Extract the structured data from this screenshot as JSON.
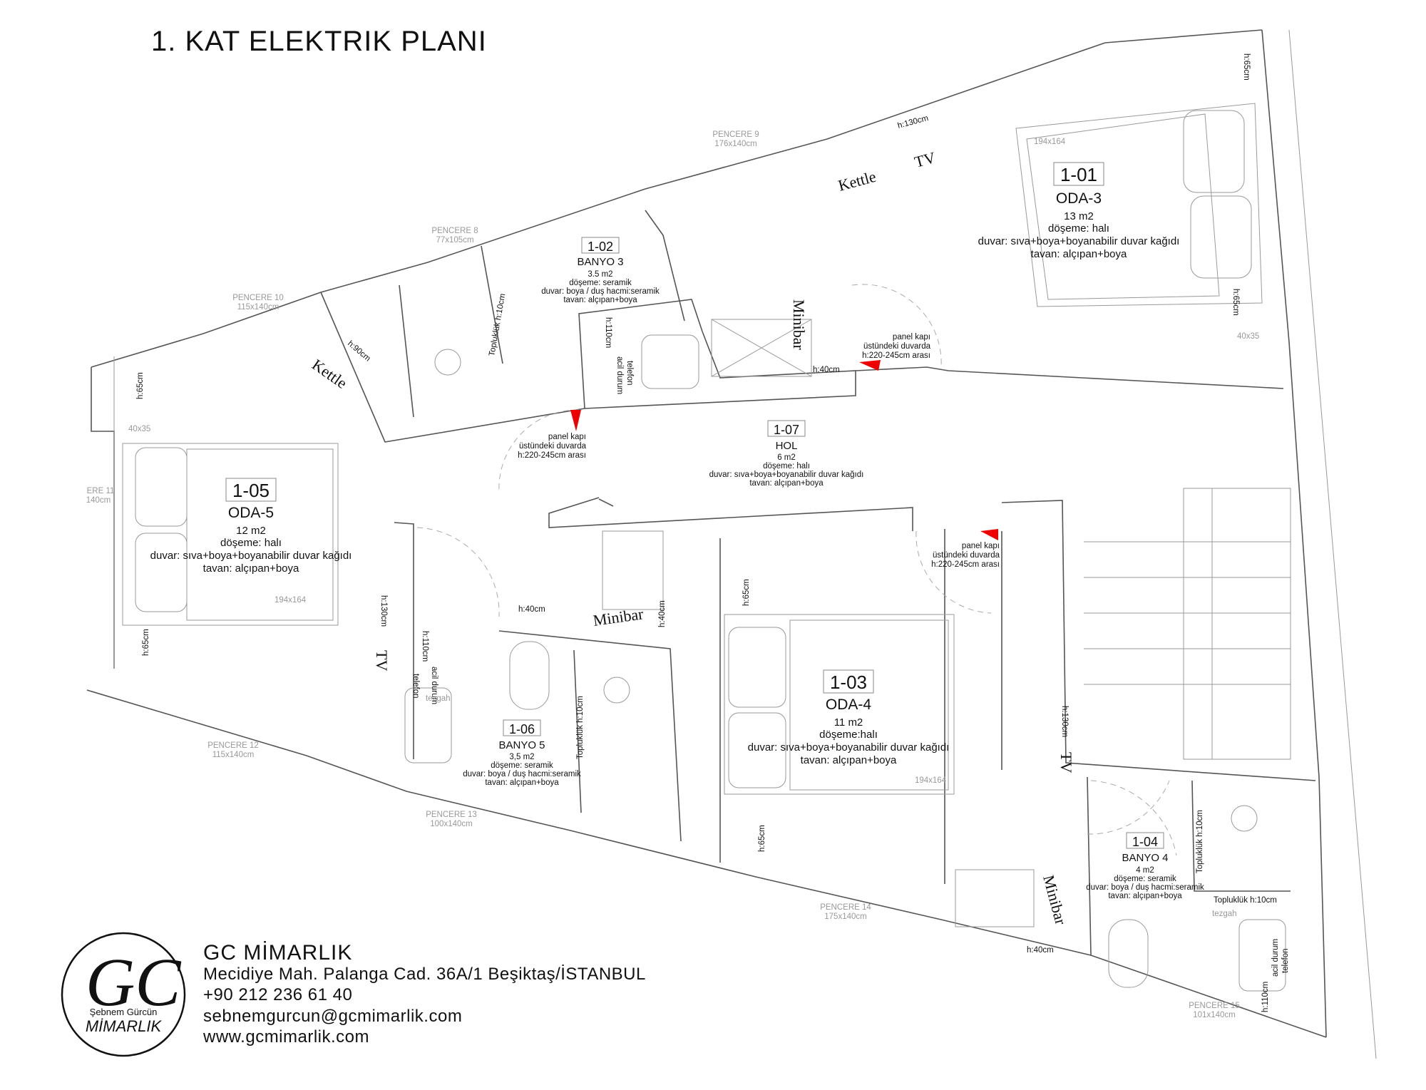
{
  "title": "1. KAT ELEKTRIK PLANI",
  "rooms": [
    {
      "code": "1-01",
      "name": "ODA-3",
      "area": "13 m2",
      "floor": "döşeme: halı",
      "wall": "duvar: sıva+boya+boyanabilir duvar kağıdı",
      "ceiling": "tavan: alçıpan+boya"
    },
    {
      "code": "1-02",
      "name": "BANYO 3",
      "area": "3.5 m2",
      "floor": "döşeme: seramik",
      "wall": "duvar: boya / duş hacmi:seramik",
      "ceiling": "tavan: alçıpan+boya"
    },
    {
      "code": "1-03",
      "name": "ODA-4",
      "area": "11 m2",
      "floor": "döşeme:halı",
      "wall": "duvar: sıva+boya+boyanabilir duvar kağıdı",
      "ceiling": "tavan: alçıpan+boya"
    },
    {
      "code": "1-04",
      "name": "BANYO 4",
      "area": "4 m2",
      "floor": "döşeme: seramik",
      "wall": "duvar: boya / duş hacmi:seramik",
      "ceiling": "tavan: alçıpan+boya"
    },
    {
      "code": "1-05",
      "name": "ODA-5",
      "area": "12 m2",
      "floor": "döşeme: halı",
      "wall": "duvar: sıva+boya+boyanabilir duvar kağıdı",
      "ceiling": "tavan: alçıpan+boya"
    },
    {
      "code": "1-06",
      "name": "BANYO 5",
      "area": "3,5 m2",
      "floor": "döşeme: seramik",
      "wall": "duvar: boya / duş hacmi:seramik",
      "ceiling": "tavan: alçıpan+boya"
    },
    {
      "code": "1-07",
      "name": "HOL",
      "area": "6 m2",
      "floor": "döşeme: halı",
      "wall": "duvar: sıva+boya+boyanabilir duvar kağıdı",
      "ceiling": "tavan: alçıpan+boya"
    }
  ],
  "windows": [
    {
      "name": "PENCERE 8",
      "size": "77x105cm"
    },
    {
      "name": "PENCERE 9",
      "size": "176x140cm"
    },
    {
      "name": "PENCERE 10",
      "size": "115x140cm"
    },
    {
      "name": "ERE 11",
      "size": "140cm"
    },
    {
      "name": "PENCERE 12",
      "size": "115x140cm"
    },
    {
      "name": "PENCERE 13",
      "size": "100x140cm"
    },
    {
      "name": "PENCERE 14",
      "size": "175x140cm"
    },
    {
      "name": "PENCERE 15",
      "size": "101x140cm"
    }
  ],
  "annotations": {
    "kettle": "Kettle",
    "tv": "TV",
    "minibar": "Minibar",
    "h40": "h:40cm",
    "h65": "h:65cm",
    "h90": "h:90cm",
    "h110": "h:110cm",
    "h130": "h:130cm",
    "emergency_phone_1": "acil durum",
    "emergency_phone_2": "telefon",
    "topluluk": "Topluklük h:10cm",
    "topluluk2": "Topluklük h:10cm",
    "tezgah": "tezgah",
    "panel_1": "panel kapı",
    "panel_2": "üstündeki duvarda",
    "panel_3": "h:220-245cm arası",
    "bed_size": "194x164",
    "unit_size": "40x35"
  },
  "company": {
    "name": "GC MİMARLIK",
    "address": "Mecidiye Mah. Palanga Cad. 36A/1 Beşiktaş/İSTANBUL",
    "phone": "+90 212 236 61 40",
    "email": "sebnemgurcun@gcmimarlik.com",
    "website": "www.gcmimarlik.com",
    "logo_letters": "GC",
    "logo_name": "Şebnem Gürcün",
    "logo_sub": "MİMARLIK"
  }
}
